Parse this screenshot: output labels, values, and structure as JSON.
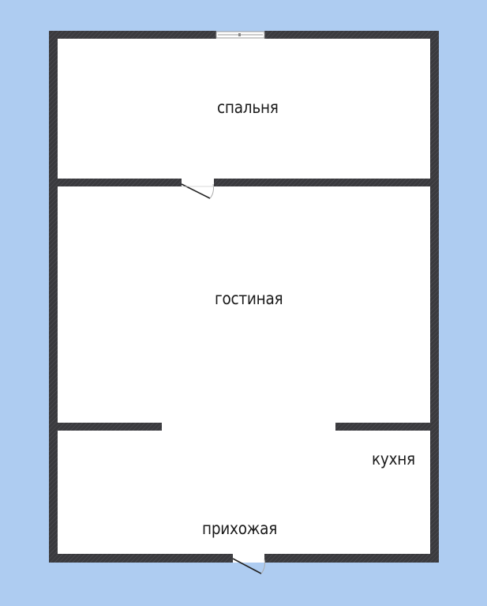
{
  "floorplan": {
    "background_color": "#aeccf1",
    "wall_color": "#3a3a3e",
    "floor_color": "#ffffff",
    "rooms": [
      {
        "id": "bedroom",
        "label": "спальня"
      },
      {
        "id": "living",
        "label": "гостиная"
      },
      {
        "id": "kitchen",
        "label": "кухня"
      },
      {
        "id": "hallway",
        "label": "прихожая"
      }
    ],
    "openings": [
      {
        "type": "window",
        "wall": "top"
      },
      {
        "type": "door",
        "between": "bedroom-living"
      },
      {
        "type": "door",
        "wall": "bottom",
        "room": "hallway"
      }
    ]
  }
}
